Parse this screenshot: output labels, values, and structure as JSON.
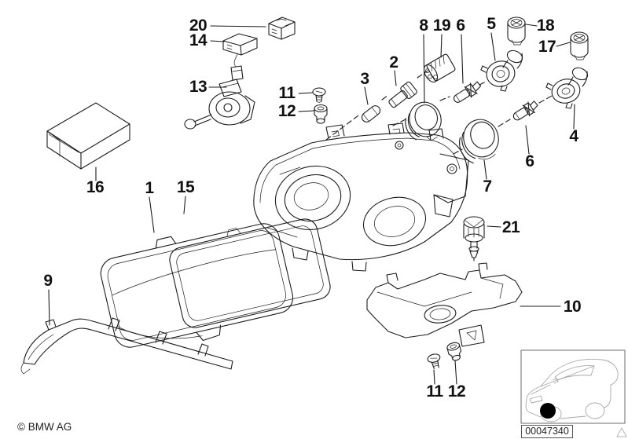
{
  "footer": {
    "copyright": "© BMW AG",
    "part_number": "00047340"
  },
  "colors": {
    "line": "#1c1c1c",
    "vehicle_line": "#a6a6a6",
    "locator_dot": "#000000"
  },
  "callouts": [
    {
      "label": "20"
    },
    {
      "label": "14"
    },
    {
      "label": "13"
    },
    {
      "label": "11"
    },
    {
      "label": "12"
    },
    {
      "label": "16"
    },
    {
      "label": "1"
    },
    {
      "label": "15"
    },
    {
      "label": "9"
    },
    {
      "label": "3"
    },
    {
      "label": "2"
    },
    {
      "label": "8"
    },
    {
      "label": "19"
    },
    {
      "label": "6"
    },
    {
      "label": "5"
    },
    {
      "label": "18"
    },
    {
      "label": "17"
    },
    {
      "label": "4"
    },
    {
      "label": "6"
    },
    {
      "label": "7"
    },
    {
      "label": "21"
    },
    {
      "label": "10"
    },
    {
      "label": "11"
    },
    {
      "label": "12"
    }
  ]
}
